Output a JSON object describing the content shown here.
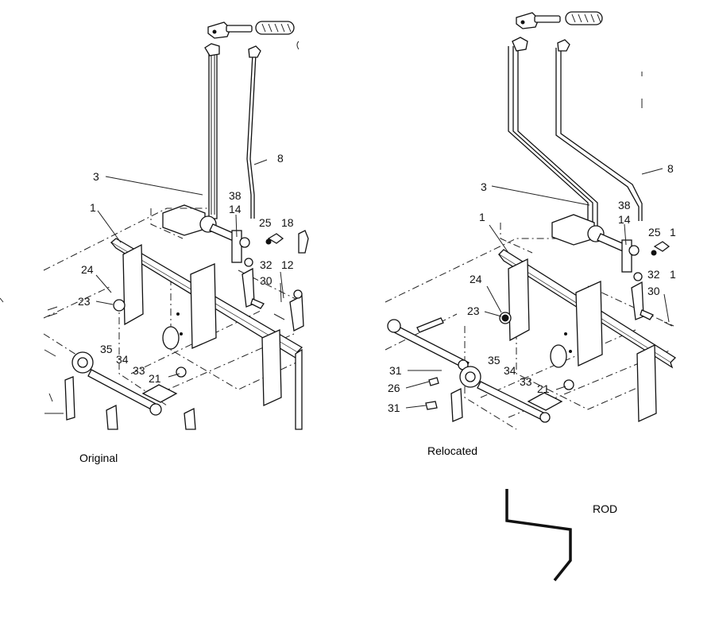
{
  "captions": {
    "original": "Original",
    "relocated": "Relocated",
    "rod": "ROD"
  },
  "left_labels": {
    "l1": "1",
    "l3": "3",
    "l8": "8",
    "l38": "38",
    "l14": "14",
    "l25": "25",
    "l18": "18",
    "l24": "24",
    "l23": "23",
    "l32": "32",
    "l12": "12",
    "l30": "30",
    "l35": "35",
    "l34": "34",
    "l33": "33",
    "l21": "21"
  },
  "right_labels": {
    "r1": "1",
    "r3": "3",
    "r8": "8",
    "r38": "38",
    "r14": "14",
    "r25": "25",
    "r1b": "1",
    "r24": "24",
    "r23": "23",
    "r32": "32",
    "r1c": "1",
    "r30": "30",
    "r35": "35",
    "r34": "34",
    "r33": "33",
    "r21": "21",
    "r31a": "31",
    "r26": "26",
    "r31b": "31"
  }
}
